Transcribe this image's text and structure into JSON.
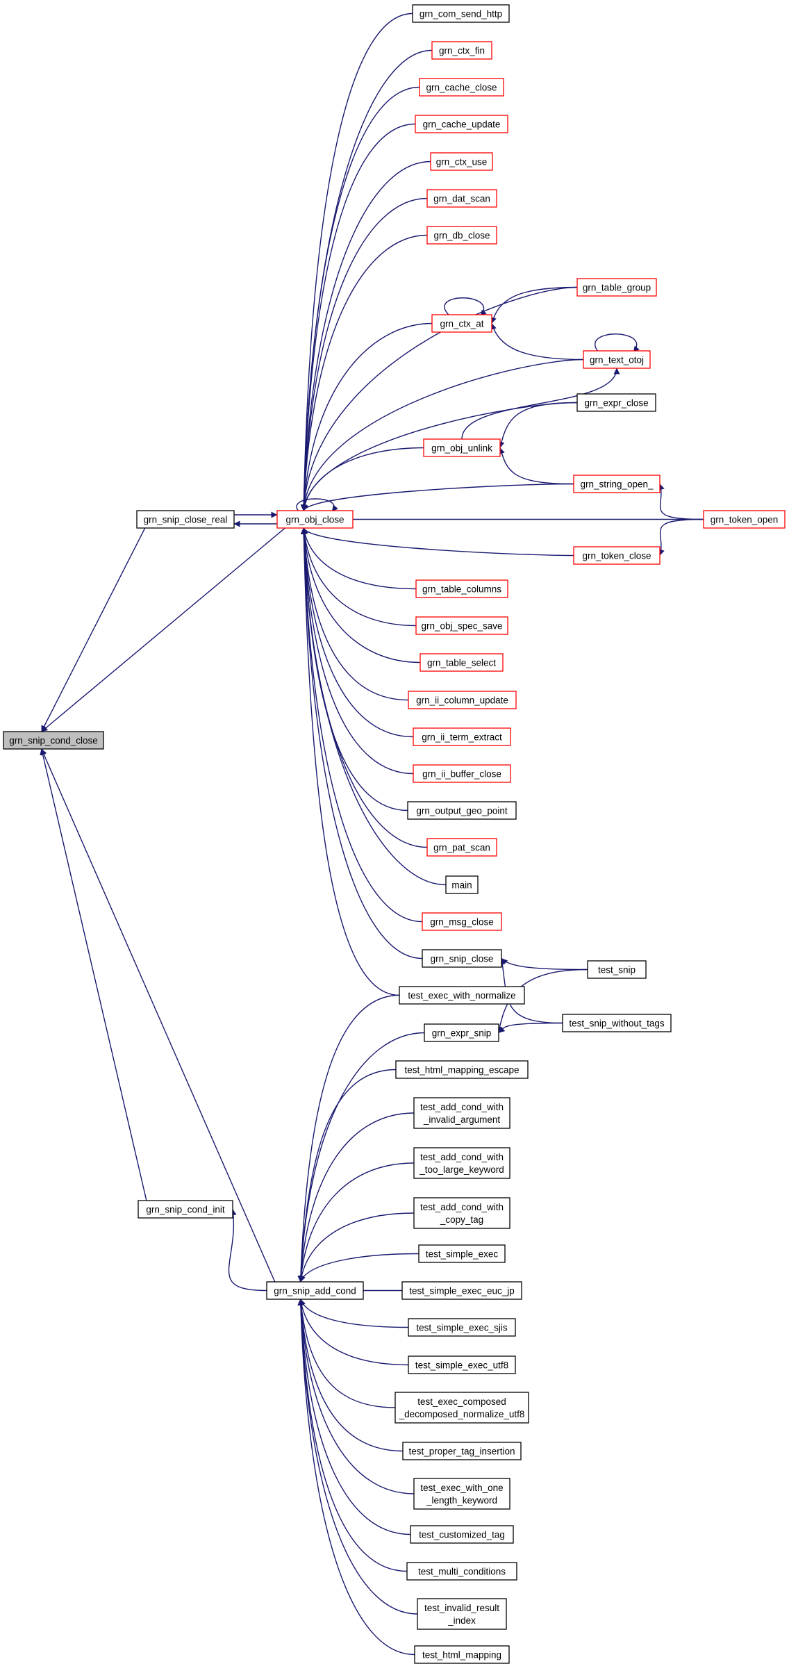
{
  "colors": {
    "edge": "#191970",
    "border_normal": "#000000",
    "border_truncated": "#ff0000",
    "focus_fill": "#bfbfbf",
    "node_fill": "#ffffff"
  },
  "nodes": [
    {
      "id": "grn_snip_cond_close",
      "lines": [
        "grn_snip_cond_close"
      ],
      "style": "focus"
    },
    {
      "id": "grn_snip_close_real",
      "lines": [
        "grn_snip_close_real"
      ],
      "style": "normal"
    },
    {
      "id": "grn_snip_cond_init",
      "lines": [
        "grn_snip_cond_init"
      ],
      "style": "normal"
    },
    {
      "id": "grn_obj_close",
      "lines": [
        "grn_obj_close"
      ],
      "style": "truncated"
    },
    {
      "id": "grn_snip_add_cond",
      "lines": [
        "grn_snip_add_cond"
      ],
      "style": "normal"
    },
    {
      "id": "grn_com_send_http",
      "lines": [
        "grn_com_send_http"
      ],
      "style": "normal"
    },
    {
      "id": "grn_ctx_fin",
      "lines": [
        "grn_ctx_fin"
      ],
      "style": "truncated"
    },
    {
      "id": "grn_cache_close",
      "lines": [
        "grn_cache_close"
      ],
      "style": "truncated"
    },
    {
      "id": "grn_cache_update",
      "lines": [
        "grn_cache_update"
      ],
      "style": "truncated"
    },
    {
      "id": "grn_ctx_use",
      "lines": [
        "grn_ctx_use"
      ],
      "style": "truncated"
    },
    {
      "id": "grn_dat_scan",
      "lines": [
        "grn_dat_scan"
      ],
      "style": "truncated"
    },
    {
      "id": "grn_db_close",
      "lines": [
        "grn_db_close"
      ],
      "style": "truncated"
    },
    {
      "id": "grn_ctx_at",
      "lines": [
        "grn_ctx_at"
      ],
      "style": "truncated"
    },
    {
      "id": "grn_obj_unlink",
      "lines": [
        "grn_obj_unlink"
      ],
      "style": "truncated"
    },
    {
      "id": "grn_table_columns",
      "lines": [
        "grn_table_columns"
      ],
      "style": "truncated"
    },
    {
      "id": "grn_obj_spec_save",
      "lines": [
        "grn_obj_spec_save"
      ],
      "style": "truncated"
    },
    {
      "id": "grn_table_select",
      "lines": [
        "grn_table_select"
      ],
      "style": "truncated"
    },
    {
      "id": "grn_ii_column_update",
      "lines": [
        "grn_ii_column_update"
      ],
      "style": "truncated"
    },
    {
      "id": "grn_ii_term_extract",
      "lines": [
        "grn_ii_term_extract"
      ],
      "style": "truncated"
    },
    {
      "id": "grn_ii_buffer_close",
      "lines": [
        "grn_ii_buffer_close"
      ],
      "style": "truncated"
    },
    {
      "id": "grn_output_geo_point",
      "lines": [
        "grn_output_geo_point"
      ],
      "style": "normal"
    },
    {
      "id": "grn_pat_scan",
      "lines": [
        "grn_pat_scan"
      ],
      "style": "truncated"
    },
    {
      "id": "main",
      "lines": [
        "main"
      ],
      "style": "normal"
    },
    {
      "id": "grn_msg_close",
      "lines": [
        "grn_msg_close"
      ],
      "style": "truncated"
    },
    {
      "id": "grn_snip_close",
      "lines": [
        "grn_snip_close"
      ],
      "style": "normal"
    },
    {
      "id": "test_exec_with_normalize",
      "lines": [
        "test_exec_with_normalize"
      ],
      "style": "normal"
    },
    {
      "id": "grn_table_group",
      "lines": [
        "grn_table_group"
      ],
      "style": "truncated"
    },
    {
      "id": "grn_text_otoj",
      "lines": [
        "grn_text_otoj"
      ],
      "style": "truncated"
    },
    {
      "id": "grn_expr_close",
      "lines": [
        "grn_expr_close"
      ],
      "style": "normal"
    },
    {
      "id": "grn_string_open_",
      "lines": [
        "grn_string_open_"
      ],
      "style": "truncated"
    },
    {
      "id": "grn_token_close",
      "lines": [
        "grn_token_close"
      ],
      "style": "truncated"
    },
    {
      "id": "grn_token_open",
      "lines": [
        "grn_token_open"
      ],
      "style": "truncated"
    },
    {
      "id": "test_snip",
      "lines": [
        "test_snip"
      ],
      "style": "normal"
    },
    {
      "id": "test_snip_without_tags",
      "lines": [
        "test_snip_without_tags"
      ],
      "style": "normal"
    },
    {
      "id": "grn_expr_snip",
      "lines": [
        "grn_expr_snip"
      ],
      "style": "normal"
    },
    {
      "id": "test_html_mapping_escape",
      "lines": [
        "test_html_mapping_escape"
      ],
      "style": "normal"
    },
    {
      "id": "test_add_cond_with_invalid_argument",
      "lines": [
        "test_add_cond_with",
        "_invalid_argument"
      ],
      "style": "normal"
    },
    {
      "id": "test_add_cond_with_too_large_keyword",
      "lines": [
        "test_add_cond_with",
        "_too_large_keyword"
      ],
      "style": "normal"
    },
    {
      "id": "test_add_cond_with_copy_tag",
      "lines": [
        "test_add_cond_with",
        "_copy_tag"
      ],
      "style": "normal"
    },
    {
      "id": "test_simple_exec",
      "lines": [
        "test_simple_exec"
      ],
      "style": "normal"
    },
    {
      "id": "test_simple_exec_euc_jp",
      "lines": [
        "test_simple_exec_euc_jp"
      ],
      "style": "normal"
    },
    {
      "id": "test_simple_exec_sjis",
      "lines": [
        "test_simple_exec_sjis"
      ],
      "style": "normal"
    },
    {
      "id": "test_simple_exec_utf8",
      "lines": [
        "test_simple_exec_utf8"
      ],
      "style": "normal"
    },
    {
      "id": "test_exec_composed_decomposed_normalize_utf8",
      "lines": [
        "test_exec_composed",
        "_decomposed_normalize_utf8"
      ],
      "style": "normal"
    },
    {
      "id": "test_proper_tag_insertion",
      "lines": [
        "test_proper_tag_insertion"
      ],
      "style": "normal"
    },
    {
      "id": "test_exec_with_one_length_keyword",
      "lines": [
        "test_exec_with_one",
        "_length_keyword"
      ],
      "style": "normal"
    },
    {
      "id": "test_customized_tag",
      "lines": [
        "test_customized_tag"
      ],
      "style": "normal"
    },
    {
      "id": "test_multi_conditions",
      "lines": [
        "test_multi_conditions"
      ],
      "style": "normal"
    },
    {
      "id": "test_invalid_result_index",
      "lines": [
        "test_invalid_result",
        "_index"
      ],
      "style": "normal"
    },
    {
      "id": "test_html_mapping",
      "lines": [
        "test_html_mapping"
      ],
      "style": "normal"
    }
  ],
  "edges": [
    [
      "grn_snip_close_real",
      "grn_snip_cond_close"
    ],
    [
      "grn_obj_close",
      "grn_snip_cond_close"
    ],
    [
      "grn_snip_cond_init",
      "grn_snip_cond_close"
    ],
    [
      "grn_snip_add_cond",
      "grn_snip_cond_close"
    ],
    [
      "grn_obj_close",
      "grn_snip_close_real"
    ],
    [
      "grn_snip_close_real",
      "grn_obj_close"
    ],
    [
      "grn_obj_close",
      "grn_obj_close"
    ],
    [
      "grn_com_send_http",
      "grn_obj_close"
    ],
    [
      "grn_ctx_fin",
      "grn_obj_close"
    ],
    [
      "grn_cache_close",
      "grn_obj_close"
    ],
    [
      "grn_cache_update",
      "grn_obj_close"
    ],
    [
      "grn_ctx_use",
      "grn_obj_close"
    ],
    [
      "grn_dat_scan",
      "grn_obj_close"
    ],
    [
      "grn_db_close",
      "grn_obj_close"
    ],
    [
      "grn_table_group",
      "grn_obj_close"
    ],
    [
      "grn_ctx_at",
      "grn_obj_close"
    ],
    [
      "grn_text_otoj",
      "grn_obj_close"
    ],
    [
      "grn_expr_close",
      "grn_obj_close"
    ],
    [
      "grn_obj_unlink",
      "grn_obj_close"
    ],
    [
      "grn_string_open_",
      "grn_obj_close"
    ],
    [
      "grn_token_open",
      "grn_obj_close"
    ],
    [
      "grn_token_close",
      "grn_obj_close"
    ],
    [
      "grn_table_columns",
      "grn_obj_close"
    ],
    [
      "grn_obj_spec_save",
      "grn_obj_close"
    ],
    [
      "grn_table_select",
      "grn_obj_close"
    ],
    [
      "grn_ii_column_update",
      "grn_obj_close"
    ],
    [
      "grn_ii_term_extract",
      "grn_obj_close"
    ],
    [
      "grn_ii_buffer_close",
      "grn_obj_close"
    ],
    [
      "grn_output_geo_point",
      "grn_obj_close"
    ],
    [
      "grn_pat_scan",
      "grn_obj_close"
    ],
    [
      "main",
      "grn_obj_close"
    ],
    [
      "grn_msg_close",
      "grn_obj_close"
    ],
    [
      "grn_snip_close",
      "grn_obj_close"
    ],
    [
      "test_exec_with_normalize",
      "grn_obj_close"
    ],
    [
      "grn_ctx_at",
      "grn_ctx_at"
    ],
    [
      "grn_table_group",
      "grn_ctx_at"
    ],
    [
      "grn_text_otoj",
      "grn_ctx_at"
    ],
    [
      "grn_text_otoj",
      "grn_text_otoj"
    ],
    [
      "grn_obj_unlink",
      "grn_text_otoj"
    ],
    [
      "grn_expr_close",
      "grn_obj_unlink"
    ],
    [
      "grn_string_open_",
      "grn_obj_unlink"
    ],
    [
      "grn_token_open",
      "grn_string_open_"
    ],
    [
      "grn_token_open",
      "grn_token_close"
    ],
    [
      "test_snip",
      "grn_snip_close"
    ],
    [
      "test_snip_without_tags",
      "grn_snip_close"
    ],
    [
      "test_snip",
      "grn_expr_snip"
    ],
    [
      "test_snip_without_tags",
      "grn_expr_snip"
    ],
    [
      "grn_snip_add_cond",
      "grn_snip_cond_init"
    ],
    [
      "test_exec_with_normalize",
      "grn_snip_add_cond"
    ],
    [
      "grn_expr_snip",
      "grn_snip_add_cond"
    ],
    [
      "test_html_mapping_escape",
      "grn_snip_add_cond"
    ],
    [
      "test_add_cond_with_invalid_argument",
      "grn_snip_add_cond"
    ],
    [
      "test_add_cond_with_too_large_keyword",
      "grn_snip_add_cond"
    ],
    [
      "test_add_cond_with_copy_tag",
      "grn_snip_add_cond"
    ],
    [
      "test_simple_exec",
      "grn_snip_add_cond"
    ],
    [
      "test_simple_exec_euc_jp",
      "grn_snip_add_cond"
    ],
    [
      "test_simple_exec_sjis",
      "grn_snip_add_cond"
    ],
    [
      "test_simple_exec_utf8",
      "grn_snip_add_cond"
    ],
    [
      "test_exec_composed_decomposed_normalize_utf8",
      "grn_snip_add_cond"
    ],
    [
      "test_proper_tag_insertion",
      "grn_snip_add_cond"
    ],
    [
      "test_exec_with_one_length_keyword",
      "grn_snip_add_cond"
    ],
    [
      "test_customized_tag",
      "grn_snip_add_cond"
    ],
    [
      "test_multi_conditions",
      "grn_snip_add_cond"
    ],
    [
      "test_invalid_result_index",
      "grn_snip_add_cond"
    ],
    [
      "test_html_mapping",
      "grn_snip_add_cond"
    ]
  ]
}
